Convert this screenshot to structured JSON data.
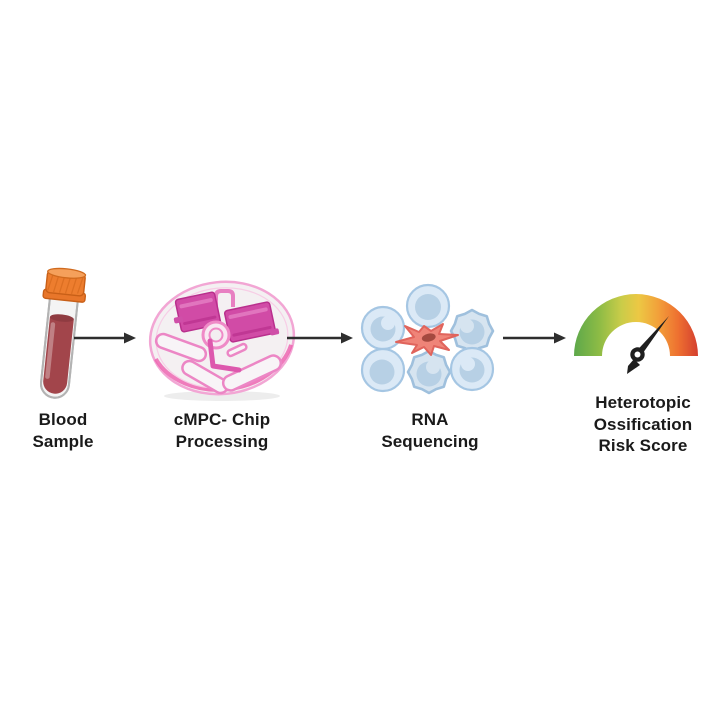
{
  "figure": {
    "type": "workflow-diagram",
    "background": "#ffffff",
    "steps": [
      {
        "id": "blood-sample",
        "icon": "blood-tube-icon",
        "lines": [
          "Blood",
          "Sample"
        ]
      },
      {
        "id": "chip-processing",
        "icon": "microfluidic-chip-icon",
        "lines": [
          "cMPC- Chip",
          "Processing"
        ]
      },
      {
        "id": "rna-sequencing",
        "icon": "cell-cluster-icon",
        "lines": [
          "RNA",
          "Sequencing"
        ]
      },
      {
        "id": "risk-score",
        "icon": "risk-gauge-icon",
        "lines": [
          "Heterotopic",
          "Ossification",
          "Risk Score"
        ]
      }
    ],
    "connectors": [
      {
        "id": "arrow-1",
        "from": "blood-sample",
        "to": "chip-processing"
      },
      {
        "id": "arrow-2",
        "from": "chip-processing",
        "to": "rna-sequencing"
      },
      {
        "id": "arrow-3",
        "from": "rna-sequencing",
        "to": "risk-score"
      }
    ],
    "colors": {
      "label_text": "#1a1a1a",
      "arrow": "#2e2e2e",
      "blood": "#a2454b",
      "blood_meniscus": "#8f3b41",
      "cap_orange": "#ed7d2e",
      "chip_magenta": "#d14ba6",
      "chip_pink_outline": "#ec86c5",
      "chip_disc": "#f4f0f2",
      "cell_body": "#dbe9f6",
      "cell_stroke": "#a5c6e3",
      "cell_nucleus": "#b7d0e5",
      "stellate_cell": "#ef8478",
      "stellate_stroke": "#e0645c",
      "stellate_nucleus": "#a5493f",
      "gauge_green": "#5da84b",
      "gauge_lime": "#8cbb45",
      "gauge_yellow_green": "#c9cc49",
      "gauge_yellow": "#ecc844",
      "gauge_orange": "#f2a03a",
      "gauge_deep_orange": "#ee7030",
      "gauge_red": "#d43f2f",
      "needle": "#1f1f1f"
    }
  }
}
